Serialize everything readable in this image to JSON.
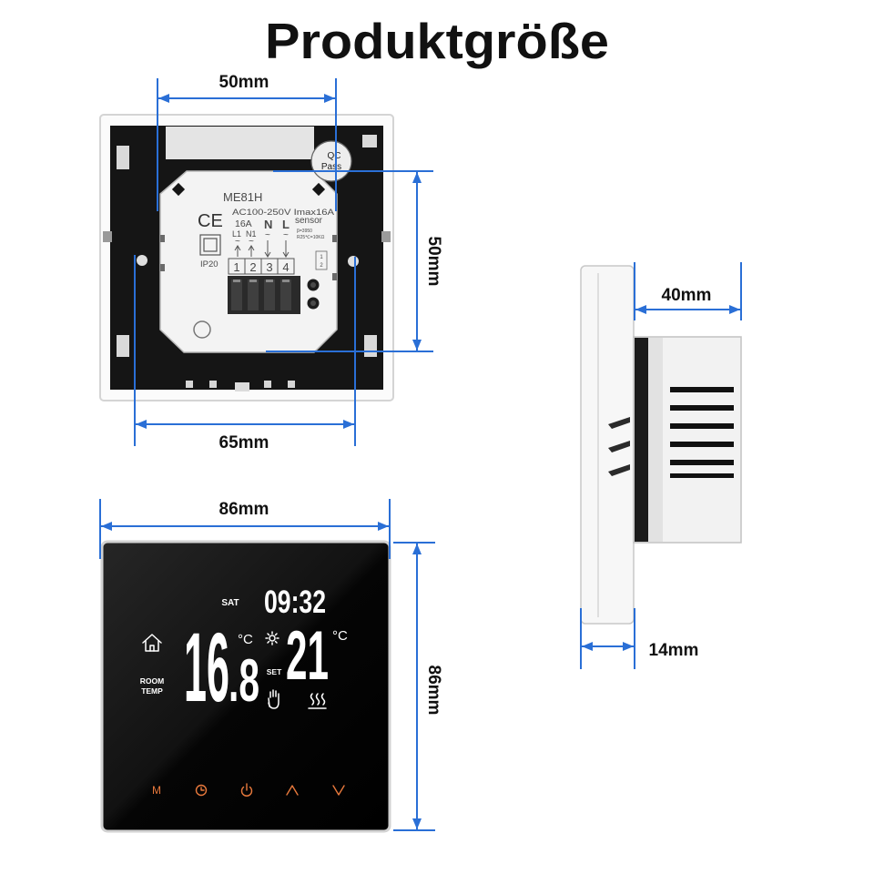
{
  "title": "Produktgröße",
  "colors": {
    "dimension_line": "#2a6fd6",
    "button_backlight": "#e8793c",
    "display_text": "#ffffff"
  },
  "back_view": {
    "width_label": "50mm",
    "height_label": "50mm",
    "mounting_label": "65mm",
    "qc_badge": {
      "line1": "QC",
      "line2": "Pass"
    },
    "module": {
      "model": "ME81H",
      "ce_mark": "CE",
      "rating": "AC100-250V Imax16A",
      "current": "16A",
      "n_label": "N",
      "l_label": "L",
      "sensor_label": "sensor",
      "sensor_spec_beta": "β=3950",
      "sensor_spec_r": "R25℃=10KΩ",
      "l1_label": "L1",
      "n1_label": "N1",
      "tilde": "~",
      "ip_rating": "IP20",
      "terminals": [
        "1",
        "2",
        "3",
        "4"
      ],
      "sensor_terminals": [
        "1",
        "2"
      ]
    }
  },
  "front_view": {
    "width_label": "86mm",
    "height_label": "86mm",
    "display": {
      "day": "SAT",
      "time": "09:32",
      "room_temp_whole": "16",
      "room_temp_decimal": ".8",
      "room_temp_unit": "°C",
      "set_label": "SET",
      "set_temp": "21",
      "set_temp_unit": "°C",
      "room_label_line1": "ROOM",
      "room_label_line2": "TEMP",
      "icons": [
        "home-icon",
        "sun-icon",
        "hand-icon",
        "heating-icon"
      ]
    },
    "touch_buttons": [
      {
        "icon": "mode-icon",
        "label": "M"
      },
      {
        "icon": "clock-icon"
      },
      {
        "icon": "power-icon"
      },
      {
        "icon": "chevron-up-icon"
      },
      {
        "icon": "chevron-down-icon"
      }
    ]
  },
  "side_view": {
    "depth_label": "40mm",
    "panel_thickness_label": "14mm"
  }
}
